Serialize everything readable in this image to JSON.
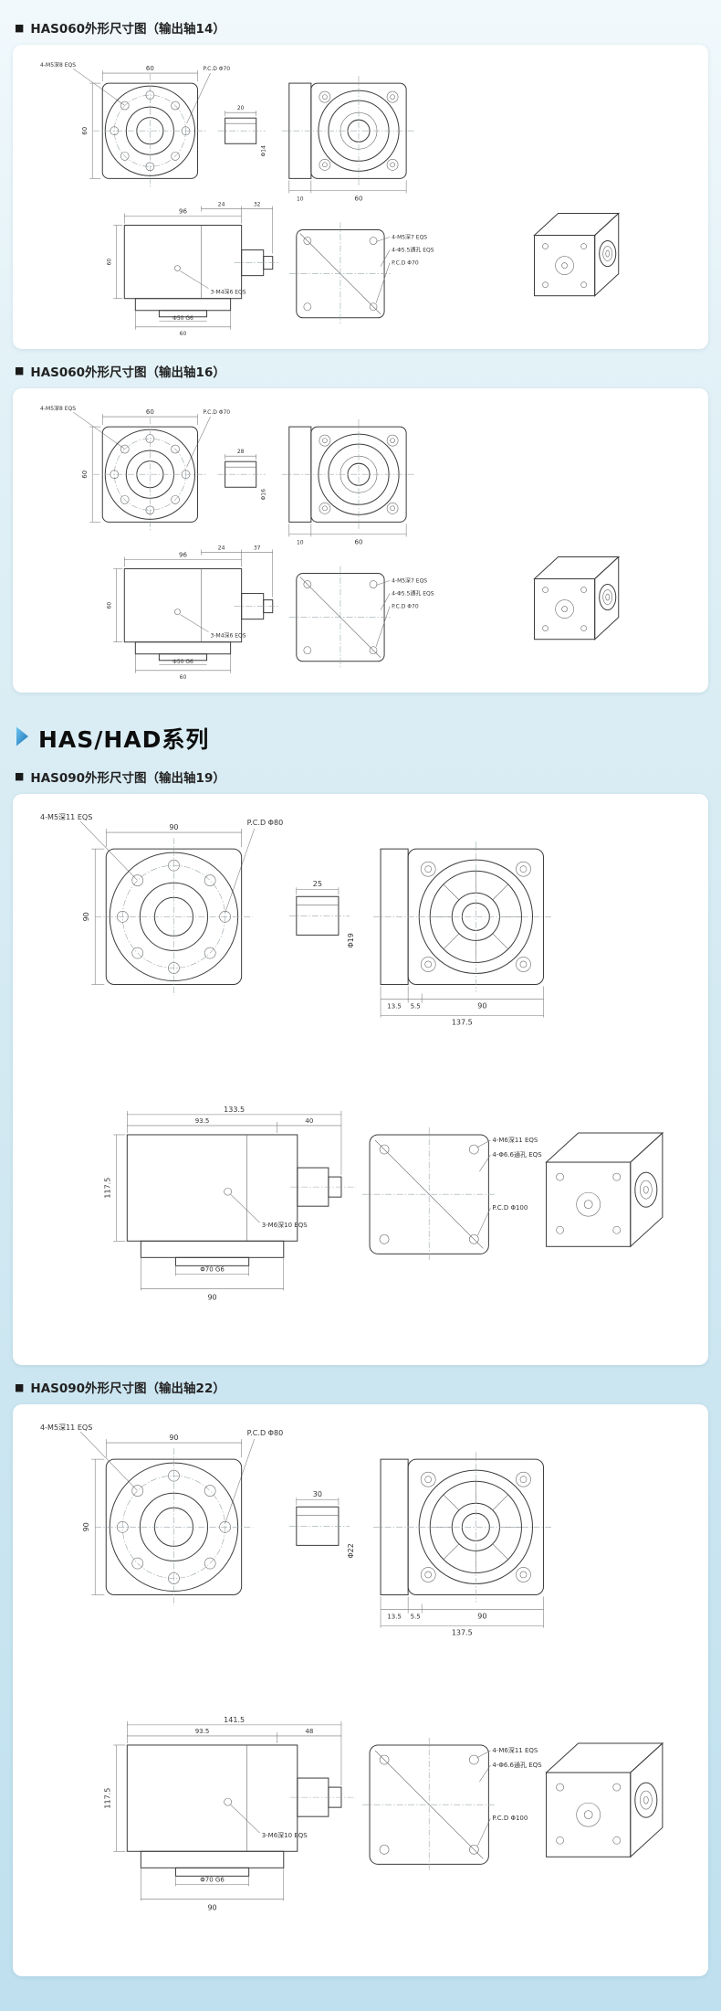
{
  "glyphs": {
    "square_bullet": "■"
  },
  "series_header": {
    "label": "HAS/HAD系列",
    "accent_color": "#1a6fb5"
  },
  "cards": [
    {
      "title": "HAS060外形尺寸图（输出轴14）",
      "labels": {
        "front_note": "4-M5深8 EQS",
        "front_pcd": "P.C.D Φ70",
        "front_w": "60",
        "front_h": "60",
        "shaft_len": "20",
        "shaft_dia": "Φ14",
        "side_b1": "10",
        "side_b2": "60",
        "topview_total": "96",
        "topview_seg1": "24",
        "topview_seg2": "32",
        "topview_left": "60",
        "topview_note": "3-M4深6 EQS",
        "bottom1": "Φ50 G6",
        "bottom2": "60",
        "back_note1": "4-M5深7 EQS",
        "back_note2": "4-Φ5.5通孔 EQS",
        "back_pcd": "P.C.D Φ70"
      }
    },
    {
      "title": "HAS060外形尺寸图（输出轴16）",
      "labels": {
        "front_note": "4-M5深8 EQS",
        "front_pcd": "P.C.D Φ70",
        "front_w": "60",
        "front_h": "60",
        "shaft_len": "28",
        "shaft_dia": "Φ16",
        "side_b1": "10",
        "side_b2": "60",
        "topview_total": "96",
        "topview_seg1": "24",
        "topview_seg2": "37",
        "topview_left": "60",
        "topview_note": "3-M4深6 EQS",
        "bottom1": "Φ50 G6",
        "bottom2": "60",
        "back_note1": "4-M5深7 EQS",
        "back_note2": "4-Φ5.5通孔 EQS",
        "back_pcd": "P.C.D Φ70"
      }
    },
    {
      "title": "HAS090外形尺寸图（输出轴19）",
      "labels": {
        "front_note": "4-M5深11 EQS",
        "front_pcd": "P.C.D Φ80",
        "front_w": "90",
        "front_h": "90",
        "shaft_len": "25",
        "shaft_dia": "Φ19",
        "side_b1": "13.5",
        "side_b0": "5.5",
        "side_b2": "90",
        "side_total": "137.5",
        "topview_total": "133.5",
        "topview_seg1": "93.5",
        "topview_seg2": "40",
        "topview_left": "117.5",
        "topview_note": "3-M6深10 EQS",
        "bottom1": "Φ70 G6",
        "bottom2": "90",
        "back_note1": "4-M6深11 EQS",
        "back_note2": "4-Φ6.6通孔 EQS",
        "back_pcd": "P.C.D Φ100"
      }
    },
    {
      "title": "HAS090外形尺寸图（输出轴22）",
      "labels": {
        "front_note": "4-M5深11 EQS",
        "front_pcd": "P.C.D Φ80",
        "front_w": "90",
        "front_h": "90",
        "shaft_len": "30",
        "shaft_dia": "Φ22",
        "side_b1": "13.5",
        "side_b0": "5.5",
        "side_b2": "90",
        "side_total": "137.5",
        "topview_total": "141.5",
        "topview_seg1": "93.5",
        "topview_seg2": "48",
        "topview_left": "117.5",
        "topview_note": "3-M6深10 EQS",
        "bottom1": "Φ70 G6",
        "bottom2": "90",
        "back_note1": "4-M6深11 EQS",
        "back_note2": "4-Φ6.6通孔 EQS",
        "back_pcd": "P.C.D Φ100"
      }
    }
  ]
}
